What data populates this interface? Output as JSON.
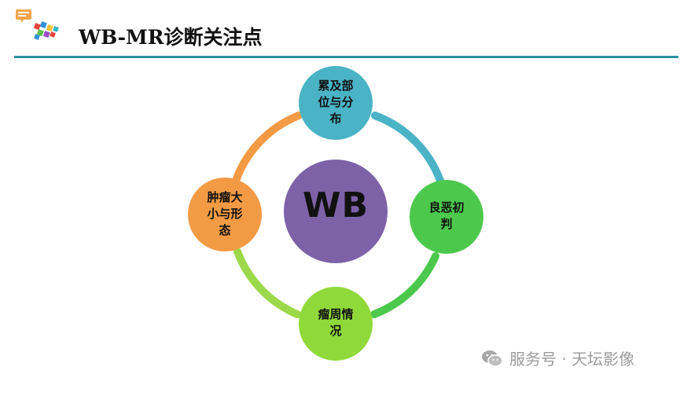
{
  "header": {
    "title": "WB-MR诊断关注点"
  },
  "diagram": {
    "center": "WB",
    "nodes": [
      {
        "id": "top",
        "label_lines": [
          "累及部",
          "位与分",
          "布"
        ],
        "color": "#4ab3c6"
      },
      {
        "id": "right",
        "label_lines": [
          "良恶初",
          "判"
        ],
        "color": "#4cc94c"
      },
      {
        "id": "bottom",
        "label_lines": [
          "瘤周情",
          "况"
        ],
        "color": "#8fd93a"
      },
      {
        "id": "left",
        "label_lines": [
          "肿瘤大",
          "小与形",
          "态"
        ],
        "color": "#f39a44"
      }
    ],
    "center_color": "#7e62a8"
  },
  "watermark": {
    "text": "服务号 · 天坛影像"
  }
}
